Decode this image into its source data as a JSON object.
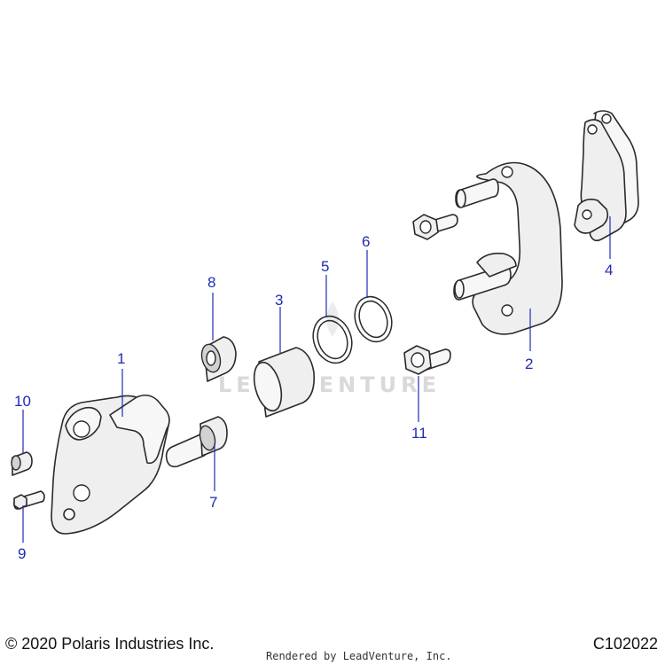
{
  "callouts": [
    {
      "id": "1",
      "label": "1"
    },
    {
      "id": "2",
      "label": "2"
    },
    {
      "id": "3",
      "label": "3"
    },
    {
      "id": "4",
      "label": "4"
    },
    {
      "id": "5",
      "label": "5"
    },
    {
      "id": "6",
      "label": "6"
    },
    {
      "id": "7",
      "label": "7"
    },
    {
      "id": "8",
      "label": "8"
    },
    {
      "id": "9",
      "label": "9"
    },
    {
      "id": "10",
      "label": "10"
    },
    {
      "id": "11",
      "label": "11"
    }
  ],
  "watermark": "LEADVENTURE",
  "footer": {
    "copyright": "© 2020 Polaris Industries Inc.",
    "rendered_by": "Rendered by LeadVenture, Inc.",
    "diagram_code": "C102022"
  },
  "colors": {
    "callout": "#1f2bb5",
    "outline": "#2a2a2a",
    "part_fill": "#efefef",
    "watermark": "#d9d9d9"
  }
}
